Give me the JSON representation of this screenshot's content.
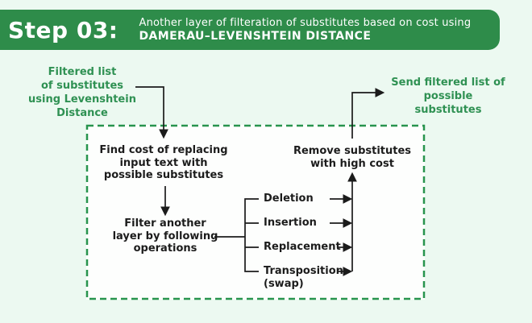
{
  "header": {
    "step_label": "Step 03:",
    "description_line1": "Another layer of filteration of substitutes based on cost using",
    "description_line2": "DAMERAU–LEVENSHTEIN DISTANCE"
  },
  "left_note": {
    "line1": "Filtered list",
    "line2": "of substitutes",
    "line3": "using Levenshtein",
    "line4": "Distance"
  },
  "right_note": {
    "line1": "Send filtered list of",
    "line2": "possible substitutes"
  },
  "flow": {
    "find_cost": {
      "line1": "Find cost of replacing",
      "line2": "input text with",
      "line3": "possible substitutes"
    },
    "filter_layer": {
      "line1": "Filter another",
      "line2": "layer by following",
      "line3": "operations"
    },
    "remove": {
      "line1": "Remove substitutes",
      "line2": "with high cost"
    },
    "operations": [
      {
        "label": "Deletion"
      },
      {
        "label": "Insertion"
      },
      {
        "label": "Replacement"
      },
      {
        "label": "Transposition",
        "label2": "(swap)"
      }
    ]
  },
  "colors": {
    "banner_green": "#2e8c4a",
    "accent_green": "#28944e",
    "text_green": "#2f9153",
    "background_mint": "#ecf9f1",
    "box_background": "#fdfefd",
    "line_black": "#1b1b1b"
  }
}
